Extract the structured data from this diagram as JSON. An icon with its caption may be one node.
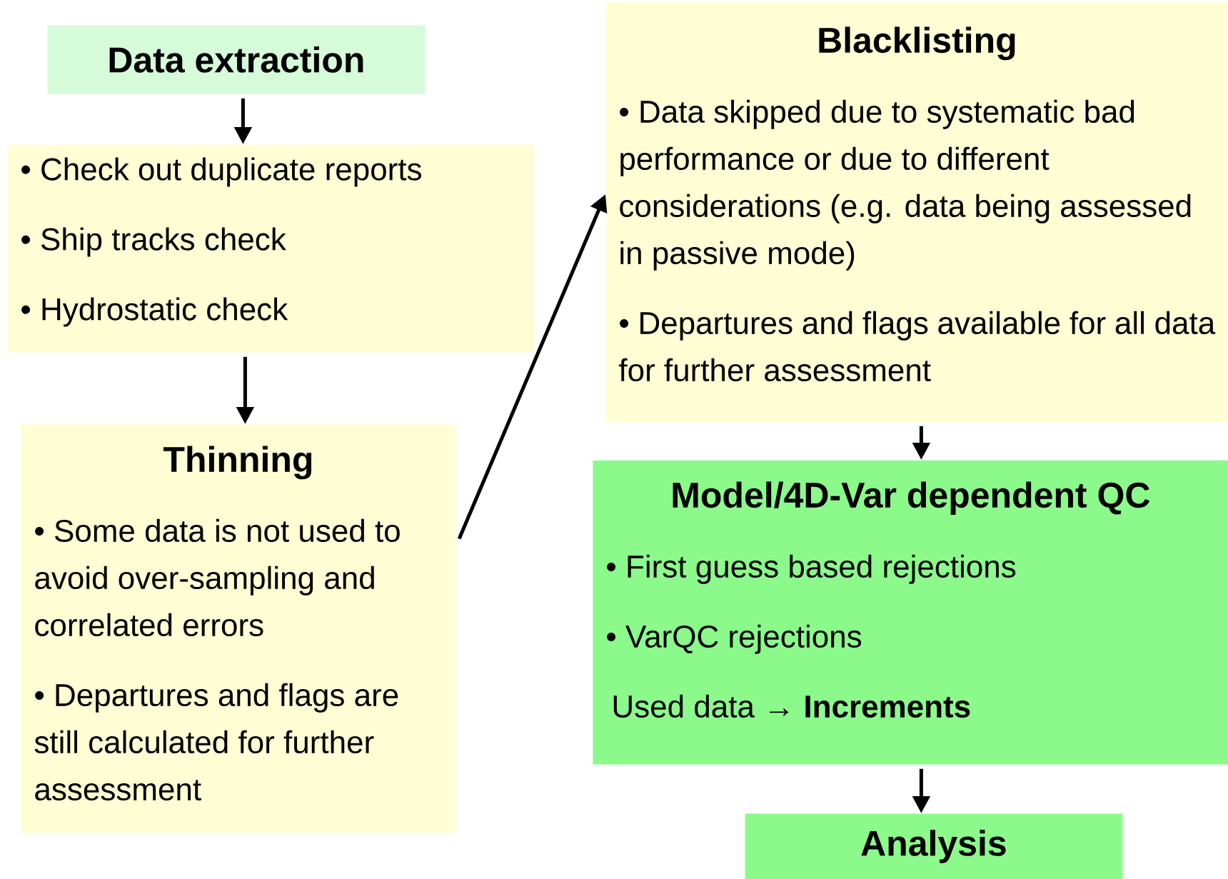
{
  "diagram": {
    "nodes": [
      {
        "text": [
          "Data extraction"
        ]
      },
      {
        "text": [
          "• Check out duplicate reports",
          "• Ship tracks check",
          "• Hydrostatic check"
        ]
      },
      {
        "text": [
          "Thinning",
          "• Some data is not used to avoid over-sampling and correlated errors",
          "• Departures and flags are still calculated for further assessment"
        ]
      },
      {
        "text": [
          "Blacklisting",
          "• Data skipped due to systematic bad performance or due to different considerations (e.g. data being assessed in passive mode)",
          "• Departures and flags available for all data for further assessment"
        ]
      },
      {
        "text": [
          "Model/4D-Var dependent QC",
          "• First guess based rejections",
          "• VarQC rejections",
          "Used data → **Increments**"
        ]
      },
      {
        "text": [
          "Analysis"
        ]
      }
    ],
    "edges": [
      {
        "from": 0,
        "to": 1,
        "arrow": "to"
      },
      {
        "from": 1,
        "to": 2,
        "arrow": "to"
      },
      {
        "from": 2,
        "to": 3,
        "arrow": "to"
      },
      {
        "from": 3,
        "to": 4,
        "arrow": "to"
      },
      {
        "from": 4,
        "to": 5,
        "arrow": "to"
      }
    ]
  }
}
